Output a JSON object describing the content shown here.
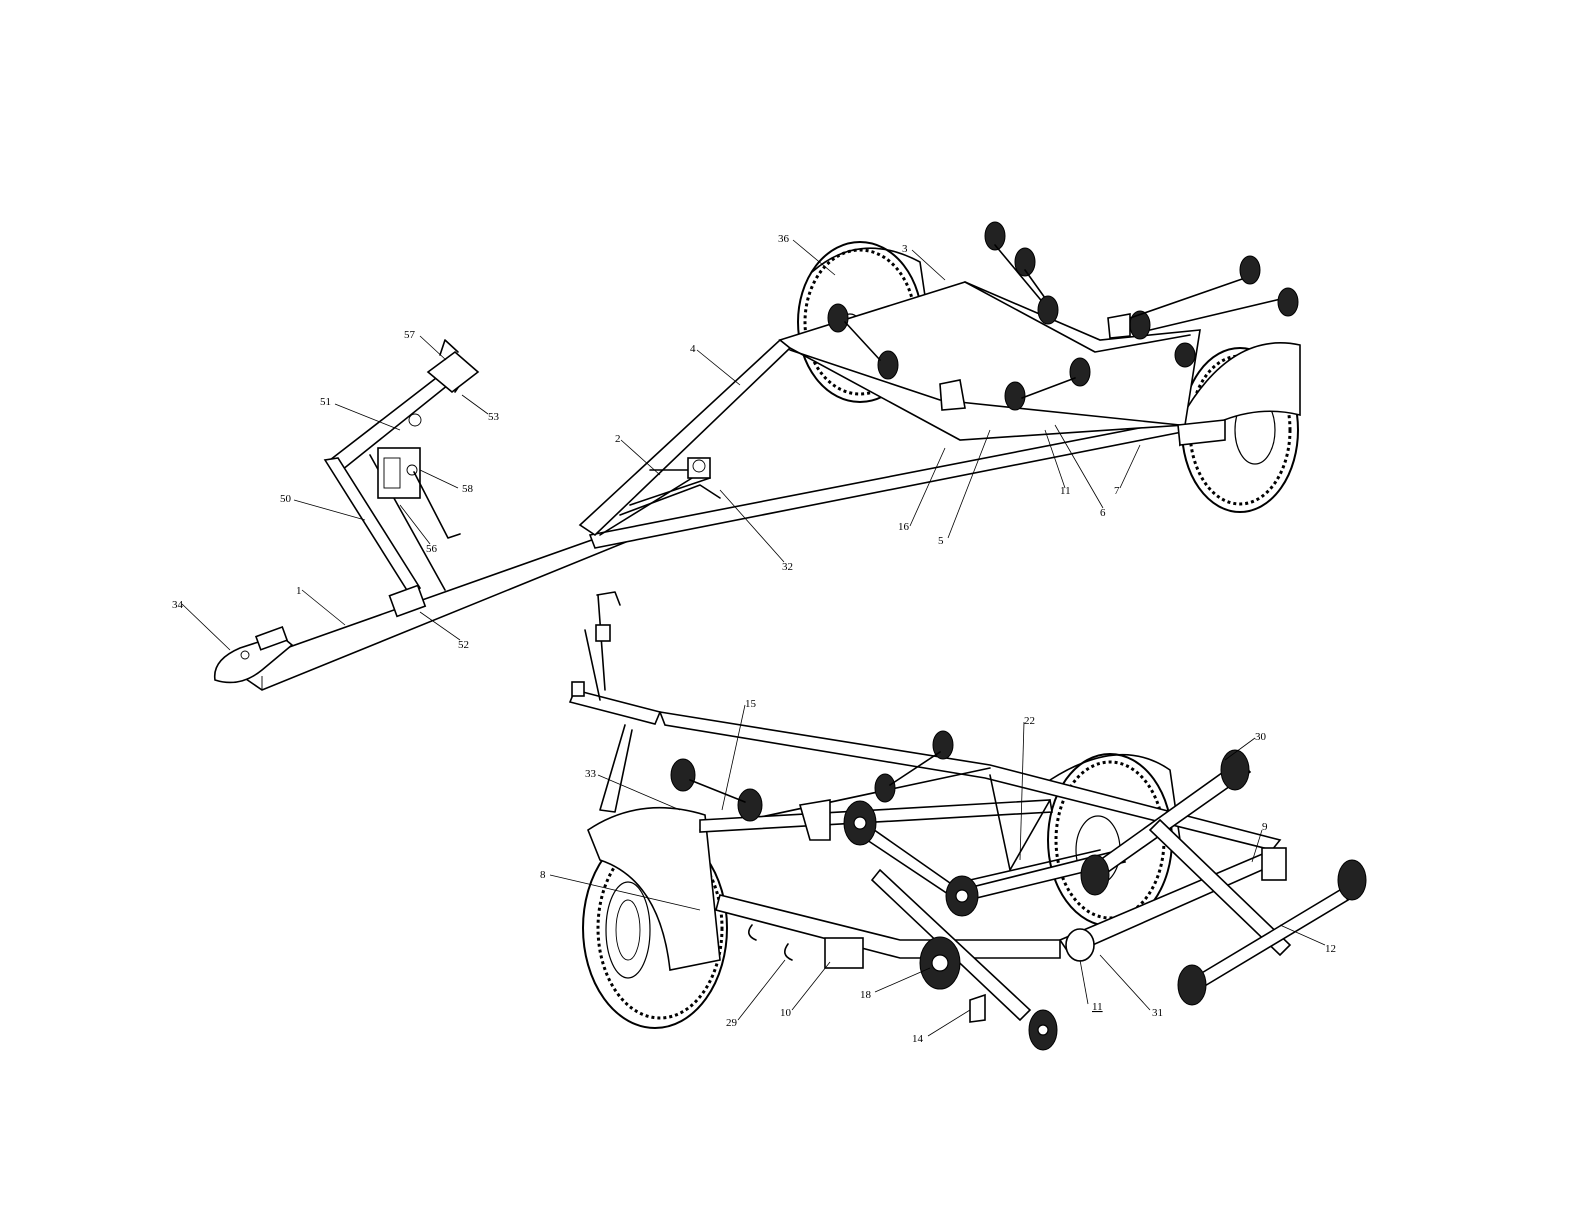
{
  "figure": {
    "upper_view": {
      "labels": [
        "36",
        "3",
        "57",
        "51",
        "53",
        "4",
        "58",
        "50",
        "2",
        "56",
        "16",
        "11",
        "7",
        "5",
        "6",
        "32",
        "1",
        "34",
        "52"
      ]
    },
    "lower_view": {
      "labels": [
        "15",
        "22",
        "33",
        "30",
        "9",
        "8",
        "12",
        "29",
        "10",
        "18",
        "11",
        "31",
        "14"
      ]
    }
  }
}
